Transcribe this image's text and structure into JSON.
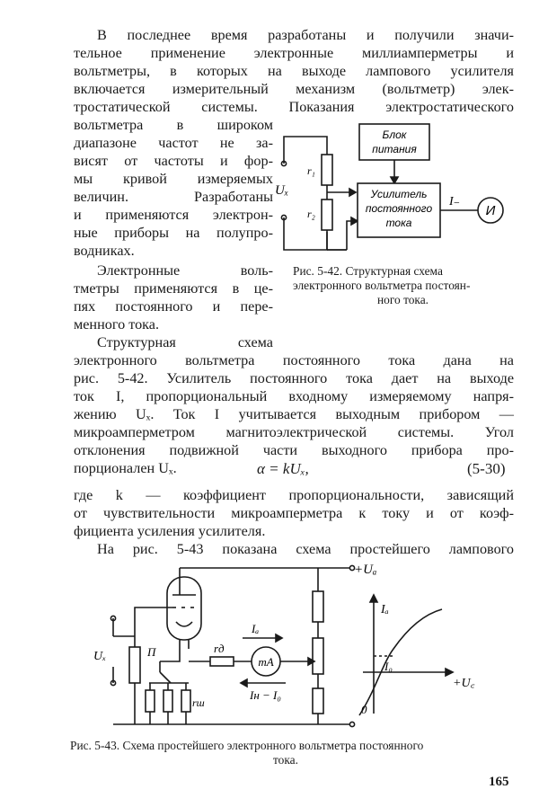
{
  "text": {
    "p1": [
      "В последнее время разработаны и получили значи-",
      "тельное применение электронные миллиамперметры и",
      "вольтметры, в которых на выходе лампового усилителя",
      "включается измерительный механизм (вольтметр) элек-",
      "тростатической системы. Показания электростатического"
    ],
    "p1_narrow": [
      "вольтметра в широком",
      "диапазоне частот не за-",
      "висят от частоты и фор-",
      "мы кривой измеряемых",
      "величин. Разработаны",
      "и применяются электрон-",
      "ные приборы на полупро-",
      "водниках."
    ],
    "p2_narrow": [
      "Электронные воль-",
      "тметры применяются в це-",
      "пях постоянного и пере-",
      "менного тока."
    ],
    "p3_first": "Структурная схема",
    "p3": [
      "электронного вольтметра постоянного тока дана на",
      "рис. 5-42. Усилитель постоянного тока дает на выходе",
      "ток I, пропорциональный входному измеряемому напря-",
      "жению Uₓ. Ток I учитывается выходным прибором —",
      "микроамперметром магнитоэлектрической системы. Угол",
      "отклонения подвижной части выходного прибора про-",
      "порционален Uₓ."
    ],
    "equation": "α = kUₓ,",
    "equation_number": "(5-30)",
    "p4": [
      "где k — коэффициент пропорциональности, зависящий",
      "от чувствительности микроамперметра к току и от коэф-",
      "фициента усиления усилителя."
    ],
    "p5": "На рис. 5-43 показана схема простейшего лампового",
    "page_number": "165"
  },
  "fig42": {
    "caption": [
      "Рис. 5-42. Структурная схема",
      "электронного вольтметра постоян-",
      "ного тока."
    ],
    "block_power": [
      "Блок",
      "питания"
    ],
    "block_amp": [
      "Усилитель",
      "постоянного",
      "тока"
    ],
    "meter": "И",
    "label_ux": "Uₓ",
    "label_r1": "r₁",
    "label_r2": "r₂",
    "label_i": "I₋"
  },
  "fig43": {
    "caption": [
      "Рис. 5-43. Схема простейшего электронного вольтметра постоянного",
      "тока."
    ],
    "label_ua": "+Uₐ",
    "label_ux": "Uₓ",
    "label_p": "П",
    "label_rd": "rд",
    "label_ma": "mA",
    "label_ia": "Iₐ",
    "label_ikio": "Iн − I₀",
    "label_rsh": "rш",
    "graph_ia": "Iₐ",
    "graph_i0": "I₀",
    "graph_uc": "+U꜀",
    "graph_zero": "0"
  }
}
